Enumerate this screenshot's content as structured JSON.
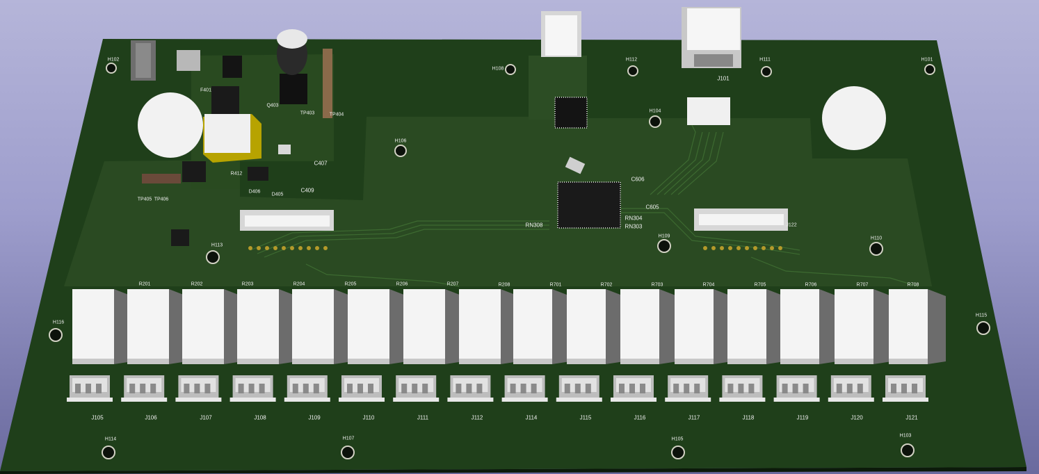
{
  "connector_labels": [
    "J105",
    "J106",
    "J107",
    "J108",
    "J109",
    "J110",
    "J111",
    "J112",
    "J114",
    "J115",
    "J116",
    "J117",
    "J118",
    "J119",
    "J120",
    "J121"
  ],
  "resistor_labels": [
    "R201",
    "R202",
    "R203",
    "R204",
    "R205",
    "R206",
    "R207",
    "R208",
    "R701",
    "R702",
    "R703",
    "R704",
    "R705",
    "R706",
    "R707",
    "R708"
  ],
  "hole_labels": [
    "H102",
    "H108",
    "H112",
    "H111",
    "H101",
    "H104",
    "H106",
    "H109",
    "H110",
    "H113",
    "H116",
    "H115",
    "H114",
    "H107",
    "H105",
    "H103"
  ],
  "ic_labels": [
    "J101",
    "J122",
    "RN304",
    "RN303",
    "RN308",
    "C606",
    "C605",
    "C407",
    "C409",
    "Q403",
    "TP403",
    "TP404",
    "TP405",
    "TP406",
    "F401",
    "R412",
    "D406",
    "D405"
  ],
  "colors": {
    "board": "#1f3f1a",
    "copper_pour": "#2a4a22",
    "silk": "#f2f2f2",
    "relay": "#f4f4f4",
    "background": "#a4a4d2"
  }
}
